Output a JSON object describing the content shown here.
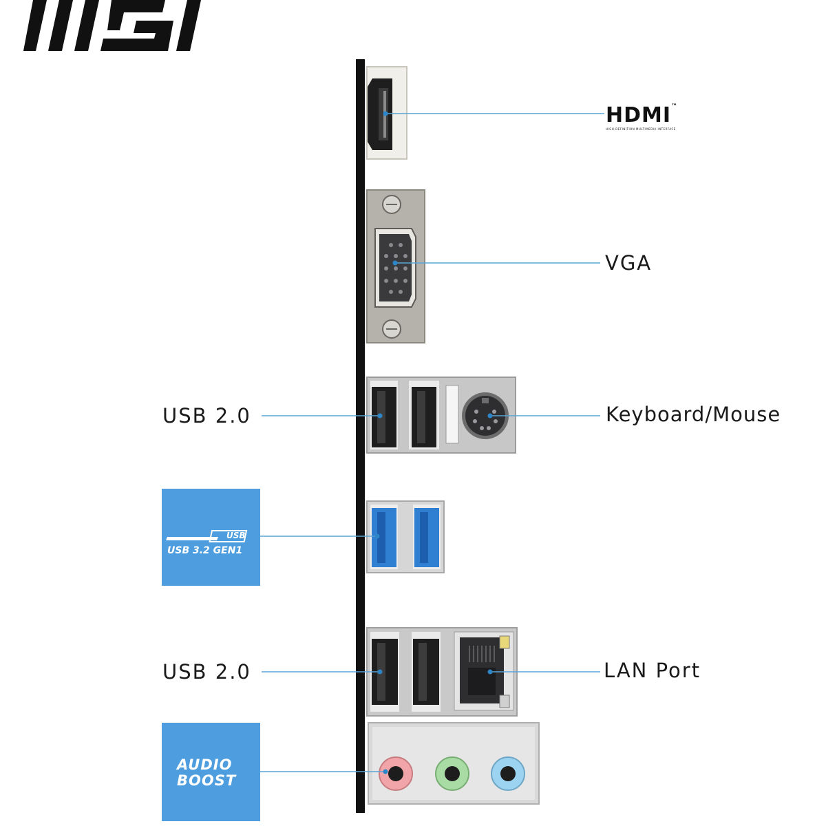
{
  "brand": {
    "logo_text": "msi"
  },
  "ports": {
    "hdmi": {
      "label": "HDMI",
      "label_tm": "™",
      "subtitle": "HIGH-DEFINITION MULTIMEDIA INTERFACE"
    },
    "vga": {
      "label": "VGA"
    },
    "usb2_top": {
      "label": "USB 2.0"
    },
    "keyboard_mouse": {
      "label": "Keyboard/Mouse"
    },
    "usb32": {
      "badge_logo": "USB",
      "badge_text": "USB 3.2 GEN1"
    },
    "usb2_bottom": {
      "label": "USB 2.0"
    },
    "lan": {
      "label": "LAN Port"
    },
    "audio": {
      "badge_line1": "AUDIO",
      "badge_line2": "BOOST"
    }
  },
  "colors": {
    "accent_blue": "#4e9edf",
    "usb3_blue": "#2f7fd3",
    "audio_pink": "#f2a5a8",
    "audio_green": "#a8dca4",
    "audio_blue": "#9cd3f0"
  }
}
